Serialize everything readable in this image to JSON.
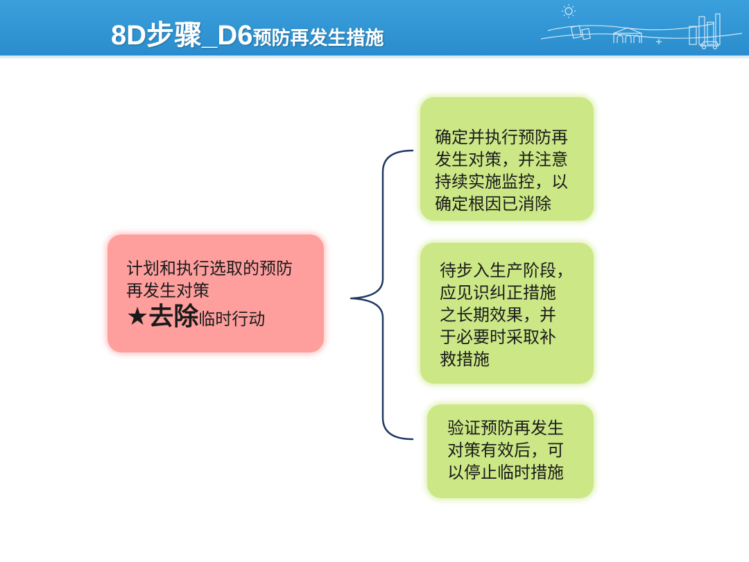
{
  "header": {
    "title_main": "8D步骤_D6",
    "title_sub": "预防再发生措施"
  },
  "left_box": {
    "line1": "计划和执行选取的预防",
    "line2": "再发生对策",
    "star": "★",
    "emphasis": "去除",
    "tail": "临时行动"
  },
  "right_boxes": [
    {
      "lines": [
        "确定并执行预防再",
        "发生对策，并注意",
        "持续实施监控，以",
        "确定根因已消除"
      ]
    },
    {
      "lines": [
        "待步入生产阶段，",
        "应见识纠正措施",
        "之长期效果，并",
        "于必要时采取补",
        "救措施"
      ]
    },
    {
      "lines": [
        "验证预防再发生",
        "对策有效后，可",
        "以停止临时措施"
      ]
    }
  ],
  "colors": {
    "header": "#2a8ccc",
    "left_box": "#fe9f9e",
    "right_boxes": "#cbe786",
    "brace": "#1f3864"
  }
}
